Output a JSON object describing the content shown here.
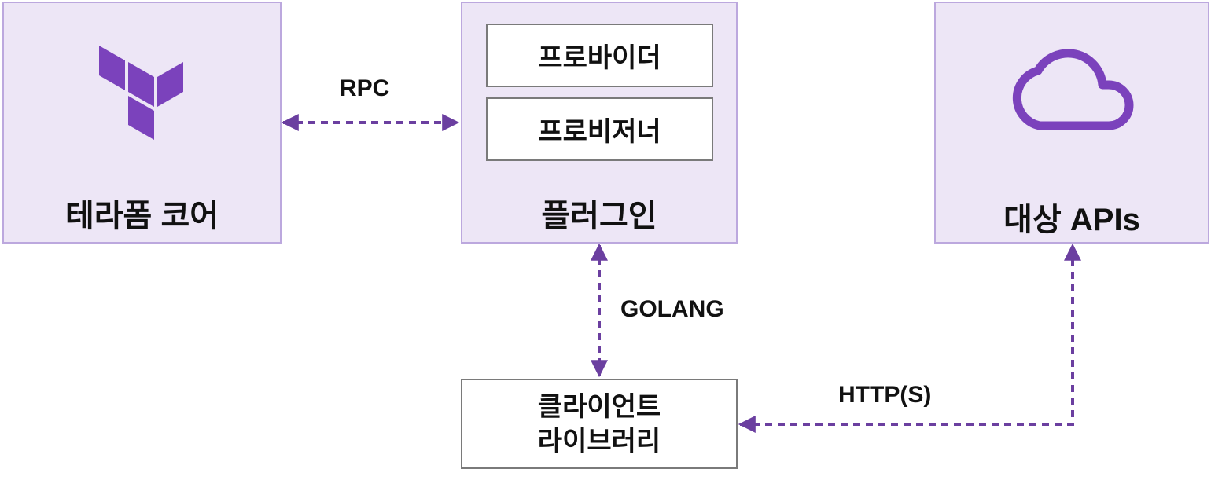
{
  "nodes": {
    "core": {
      "title": "테라폼 코어",
      "icon": "terraform-logo-icon"
    },
    "plugin": {
      "title": "플러그인",
      "items": [
        "프로바이더",
        "프로비저너"
      ]
    },
    "apis": {
      "title": "대상 APIs",
      "icon": "cloud-icon"
    },
    "client": {
      "line1": "클라이언트",
      "line2": "라이브러리"
    }
  },
  "edges": {
    "rpc": {
      "label": "RPC",
      "from": "core",
      "to": "plugin",
      "style": "dashed",
      "bidirectional": true
    },
    "golang": {
      "label": "GOLANG",
      "from": "plugin",
      "to": "client",
      "style": "dashed",
      "bidirectional": true
    },
    "http": {
      "label": "HTTP(S)",
      "from": "client",
      "to": "apis",
      "style": "dashed",
      "bidirectional": true
    }
  },
  "colors": {
    "box_fill": "#ede6f6",
    "box_border": "#bca8de",
    "accent": "#6b3fa0",
    "icon": "#7b42bc"
  }
}
